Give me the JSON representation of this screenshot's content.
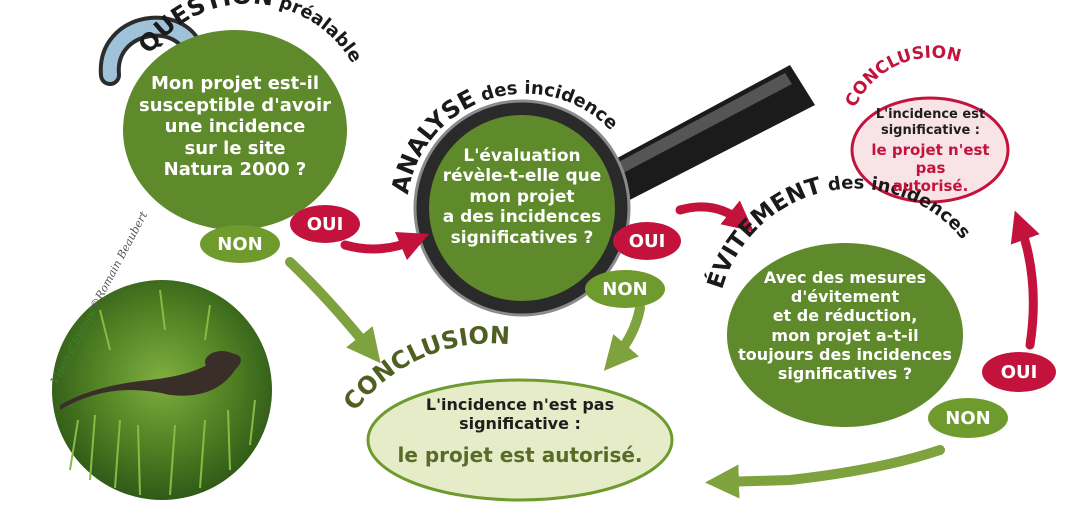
{
  "colors": {
    "green_dark": "#5f8a2b",
    "green_light": "#e5ecc7",
    "red": "#c3133d",
    "pink_light": "#f8e4e6",
    "arrow_green": "#7ea23e",
    "arrow_red": "#c3133d"
  },
  "question": {
    "title_big": "QUESTION",
    "title_small": "préalable",
    "text": [
      "Mon projet est-il",
      "susceptible d'avoir",
      "une incidence",
      "sur le site",
      "Natura 2000 ?"
    ]
  },
  "analyse": {
    "title_big": "ANALYSE",
    "title_small": "des incidences",
    "text": [
      "L'évaluation",
      "révèle-t-elle que",
      "mon projet",
      "a des incidences",
      "significatives ?"
    ]
  },
  "evitement": {
    "title_big": "ÉVITEMENT",
    "title_small": "des incidences",
    "text": [
      "Avec des mesures",
      "d'évitement",
      "et de réduction,",
      "mon projet a-t-il",
      "toujours des incidences",
      "significatives ?"
    ]
  },
  "conclusion_ok": {
    "title": "CONCLUSION",
    "line1": "L'incidence n'est pas",
    "line2": "significative :",
    "result": "le projet est autorisé."
  },
  "conclusion_ko": {
    "title": "CONCLUSION",
    "line1": "L'incidence est",
    "line2": "significative :",
    "result1": "le projet n'est pas",
    "result2": "autorisé."
  },
  "labels": {
    "oui": "OUI",
    "non": "NON"
  },
  "photo": {
    "credit_species": "Vison d'Europe",
    "credit_author": "©Romain Beaubert"
  }
}
